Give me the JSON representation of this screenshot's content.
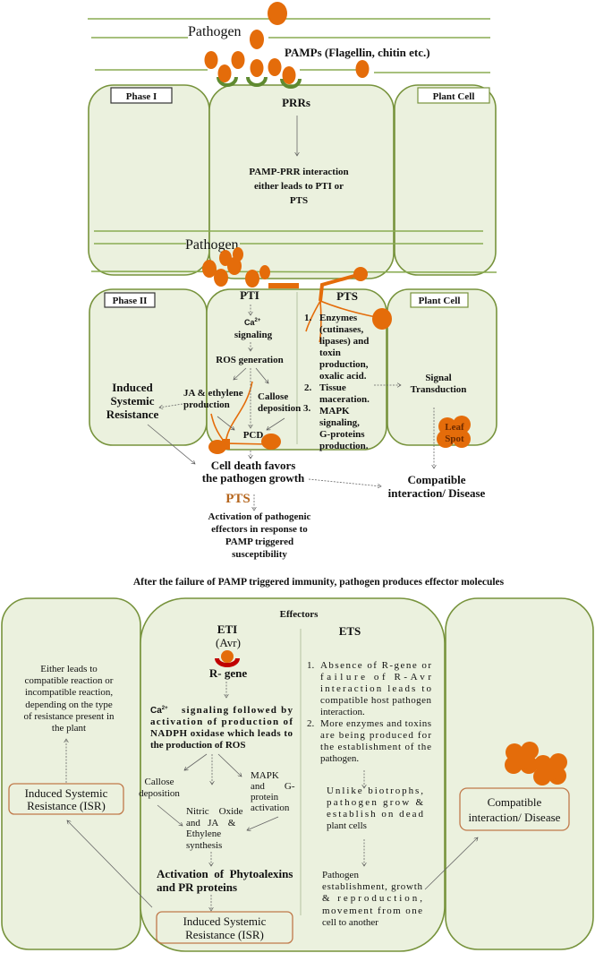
{
  "colors": {
    "cell_fill": "#ebf1de",
    "cell_stroke": "#77933c",
    "pathogen": "#e46c0a",
    "pts_label": "#b5651d",
    "isr_box": "#c0794a"
  },
  "phase1": {
    "pathogen": "Pathogen",
    "pamps": "PAMPs (Flagellin, chitin etc.)",
    "phase_label": "Phase I",
    "plant_cell": "Plant Cell",
    "prrs": "PRRs",
    "interaction": [
      "PAMP-PRR interaction",
      "either leads to PTI or",
      "PTS"
    ]
  },
  "phase2": {
    "pathogen": "Pathogen",
    "phase_label": "Phase II",
    "plant_cell": "Plant Cell",
    "pti": "PTI",
    "ca": "Ca",
    "ca_sup": "2+",
    "signaling": "signaling",
    "ros": "ROS generation",
    "ja": [
      "JA & ethylene",
      "production"
    ],
    "callose": [
      "Callose",
      "deposition 3."
    ],
    "pcd": "PCD",
    "isr": [
      "Induced",
      "Systemic",
      "Resistance"
    ],
    "pts": "PTS",
    "pts_list": [
      {
        "num": "1.",
        "lines": [
          "Enzymes",
          "(cutinases,",
          "lipases)  and",
          "toxin",
          "production,",
          "oxalic acid."
        ]
      },
      {
        "num": "2.",
        "lines": [
          "Tissue",
          "maceration.",
          "MAPK",
          "signaling,",
          "G-proteins",
          "production."
        ]
      }
    ],
    "signal": [
      "Signal",
      "Transduction"
    ],
    "leaf_spot": [
      "Leaf",
      "Spot"
    ],
    "cell_death": [
      "Cell death favors",
      "the pathogen growth"
    ],
    "compatible": [
      "Compatible",
      "interaction/ Disease"
    ],
    "pts_orange": "PTS",
    "activation": [
      "Activation of pathogenic",
      "effectors in response to",
      "PAMP triggered",
      "susceptibility"
    ]
  },
  "transition_title": "After the failure of PAMP triggered immunity, pathogen produces effector molecules",
  "phase3": {
    "effectors": "Effectors",
    "eti": "ETI",
    "avr": "(Avr)",
    "rgene": "R- gene",
    "either": [
      "Either leads to",
      "compatible reaction or",
      "incompatible reaction,",
      "depending on the type",
      "of resistance present in",
      "the plant"
    ],
    "isr_left": [
      "Induced Systemic",
      "Resistance (ISR)"
    ],
    "ca": "Ca",
    "ca_sup": "2+",
    "ca_para": [
      "signaling   followed   by",
      "activation   of   production   of",
      "NADPH oxidase which leads to",
      "the production of ROS"
    ],
    "callose": [
      "Callose",
      "deposition"
    ],
    "mapk": [
      "MAPK",
      "and        G-",
      "protein",
      "activation"
    ],
    "nitric": [
      "Nitric    Oxide",
      "and   JA    &",
      "Ethylene",
      "synthesis"
    ],
    "phyto": [
      "Activation  of  Phytoalexins",
      "and PR proteins"
    ],
    "isr_bottom": [
      "Induced Systemic",
      "Resistance (ISR)"
    ],
    "ets": "ETS",
    "ets_list": [
      {
        "num": "1.",
        "lines": [
          "Absence   of   R-gene   or",
          "failure       of       R-Avr",
          "interaction    leads    to",
          "compatible host pathogen",
          "interaction."
        ]
      },
      {
        "num": "2.",
        "lines": [
          "More enzymes and toxins",
          "are  being  produced  for",
          "the  establishment  of  the",
          "pathogen."
        ]
      }
    ],
    "unlike": [
      "Unlike        biotrophs,",
      "pathogen     grow    &",
      "establish     on    dead",
      "plant cells"
    ],
    "establish": [
      "Pathogen",
      "establishment,  growth",
      "&          reproduction,",
      "movement   from   one",
      "cell to another"
    ],
    "compatible": [
      "Compatible",
      "interaction/ Disease"
    ]
  }
}
